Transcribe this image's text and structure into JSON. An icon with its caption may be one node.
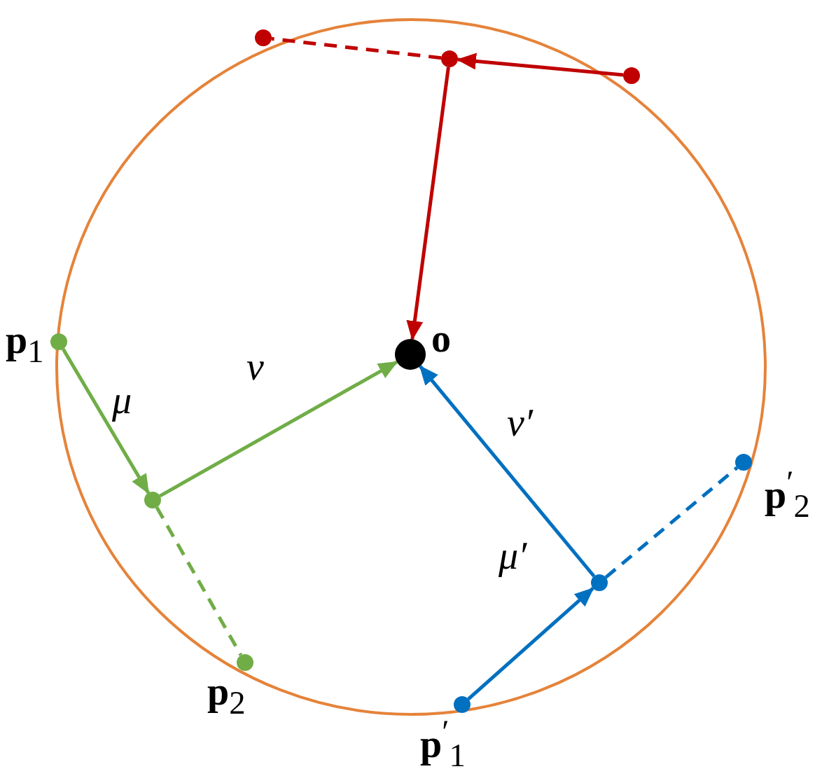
{
  "diagram": {
    "nodes": [
      {
        "text": [
          "**p**$_{1}$"
        ]
      },
      {
        "text": [],
        "shape": "circle"
      },
      {
        "text": [
          "**p**$_{2}$"
        ]
      },
      {
        "text": [
          "o"
        ]
      },
      {
        "text": [
          "**p**$^{′}$$_{1}$"
        ]
      },
      {
        "text": [],
        "shape": "circle"
      },
      {
        "text": [
          "**p**$^{′}$$_{2}$"
        ]
      },
      {
        "text": [],
        "shape": "circle"
      },
      {
        "text": [],
        "shape": "circle"
      },
      {
        "text": [],
        "shape": "circle"
      }
    ],
    "edges": [
      {
        "from": 0,
        "to": 1,
        "arrow": "to",
        "label": "μ",
        "color": "#70ad47"
      },
      {
        "from": 1,
        "to": 3,
        "arrow": "to",
        "label": "ν",
        "color": "#70ad47"
      },
      {
        "from": 1,
        "to": 2,
        "arrow": "none",
        "style": "dashed",
        "color": "#70ad47"
      },
      {
        "from": 4,
        "to": 5,
        "arrow": "to",
        "label": "μ′",
        "color": "#0070c0"
      },
      {
        "from": 5,
        "to": 3,
        "arrow": "to",
        "label": "ν′",
        "color": "#0070c0"
      },
      {
        "from": 5,
        "to": 6,
        "arrow": "none",
        "style": "dashed",
        "color": "#0070c0"
      },
      {
        "from": 9,
        "to": 8,
        "arrow": "to",
        "color": "#c00000"
      },
      {
        "from": 8,
        "to": 3,
        "arrow": "to",
        "color": "#c00000"
      },
      {
        "from": 8,
        "to": 7,
        "arrow": "none",
        "style": "dashed",
        "color": "#c00000"
      }
    ]
  }
}
